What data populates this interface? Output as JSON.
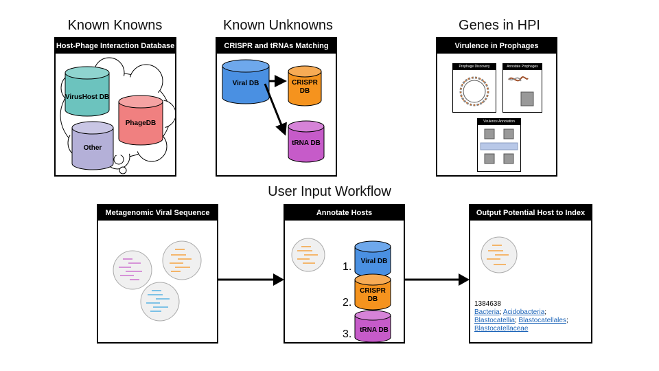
{
  "headings": {
    "known_knowns": "Known Knowns",
    "known_unknowns": "Known Unknowns",
    "genes_in_hpi": "Genes in HPI",
    "user_input_workflow": "User Input Workflow"
  },
  "panels": {
    "host_phage": {
      "title": "Host-Phage Interaction Database",
      "databases": [
        "VirusHost DB",
        "PhageDB",
        "Other"
      ]
    },
    "crispr": {
      "title": "CRISPR and tRNAs Matching",
      "source": "Viral DB",
      "targets": [
        "CRISPR DB",
        "tRNA DB"
      ]
    },
    "virulence": {
      "title": "Virulence in Prophages",
      "sub_panels": [
        "Prophage Discovery",
        "Annotate Prophages",
        "Virulence Annotation"
      ]
    },
    "metagenomic": {
      "title": "Metagenomic Viral Sequence"
    },
    "annotate_hosts": {
      "title": "Annotate Hosts",
      "steps": [
        {
          "number": "1.",
          "db": "Viral DB"
        },
        {
          "number": "2.",
          "db": "CRISPR DB"
        },
        {
          "number": "3.",
          "db": "tRNA DB"
        }
      ]
    },
    "output": {
      "title": "Output Potential Host to Index",
      "index": "1384638",
      "taxonomy": [
        "Bacteria",
        "Acidobacteria",
        "Blastocatellia",
        "Blastocatellales",
        "Blastocatellaceae"
      ]
    }
  },
  "colors": {
    "teal": "#6cc3be",
    "salmon": "#f08080",
    "lavender": "#b4b0d8",
    "blue": "#4a90e2",
    "orange": "#f5931e",
    "magenta": "#c65bc9",
    "link": "#1a63b8"
  }
}
